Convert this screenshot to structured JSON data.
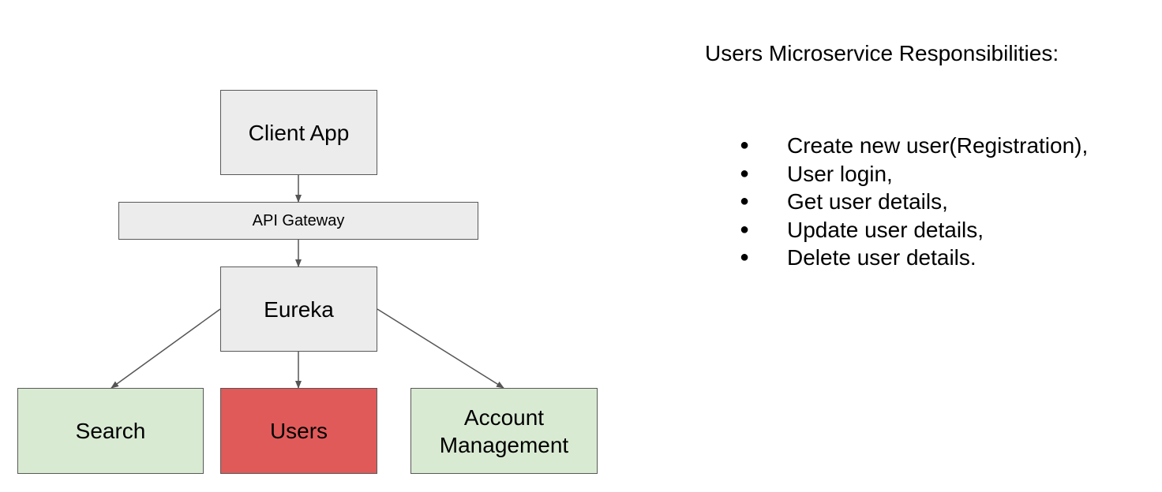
{
  "colors": {
    "node_gray": "#ececec",
    "node_green": "#d9ead3",
    "node_red": "#e05a5a",
    "border": "#595959",
    "arrow": "#555555"
  },
  "diagram": {
    "nodes": {
      "client_app": "Client App",
      "api_gateway": "API Gateway",
      "eureka": "Eureka",
      "search": "Search",
      "users": "Users",
      "account_management": "Account\nManagement"
    },
    "edges": [
      {
        "from": "client_app",
        "to": "api_gateway"
      },
      {
        "from": "api_gateway",
        "to": "eureka"
      },
      {
        "from": "eureka",
        "to": "search"
      },
      {
        "from": "eureka",
        "to": "users"
      },
      {
        "from": "eureka",
        "to": "account_management"
      }
    ]
  },
  "panel": {
    "title": "Users Microservice Responsibilities:",
    "bullet_glyph": "●",
    "items": [
      "Create new user(Registration),",
      "User login,",
      "Get user details,",
      "Update user details,",
      "Delete user details."
    ]
  }
}
